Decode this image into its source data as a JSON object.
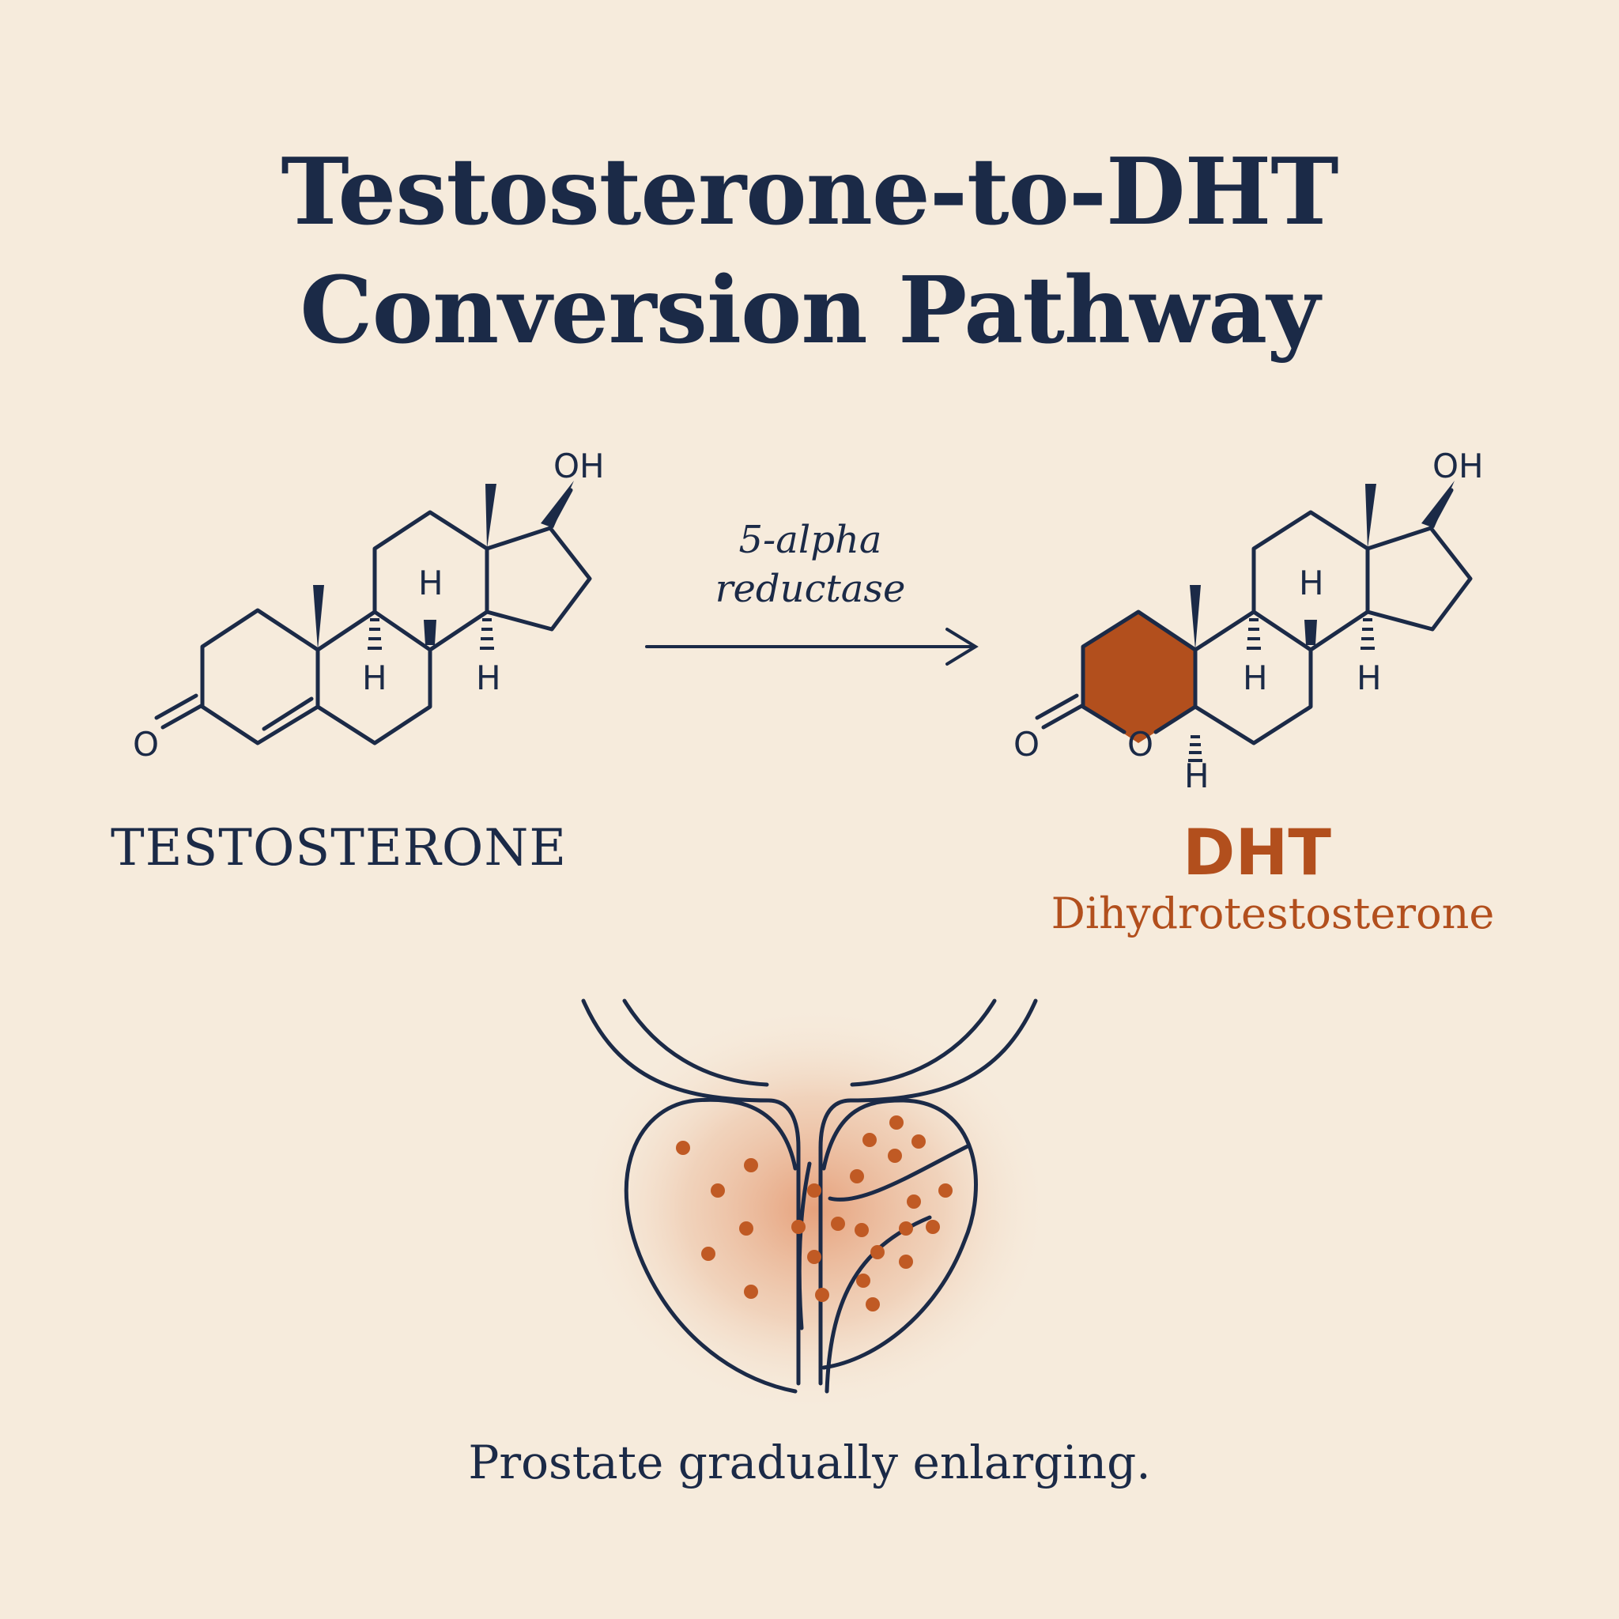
{
  "title": {
    "line1": "Testosterone-to-DHT",
    "line2": "Conversion Pathway"
  },
  "testosterone": {
    "name": "TESTOSTERONE",
    "atoms": {
      "oh": "OH",
      "ketone_o": "O",
      "h_top": "H",
      "h_left": "H",
      "h_right": "H"
    }
  },
  "reaction": {
    "enzyme_line1": "5-alpha",
    "enzyme_line2": "reductase"
  },
  "dht": {
    "abbr": "DHT",
    "full": "Dihydrotestosterone",
    "atoms": {
      "oh": "OH",
      "ketone_o": "O",
      "ring_o": "O",
      "h_top": "H",
      "h_left": "H",
      "h_right": "H",
      "h_bottom": "H"
    }
  },
  "prostate": {
    "caption": "Prostate gradually enlarging."
  },
  "colors": {
    "ink": "#1b2a47",
    "accent": "#b24f1d",
    "background": "#f6ebdc"
  }
}
